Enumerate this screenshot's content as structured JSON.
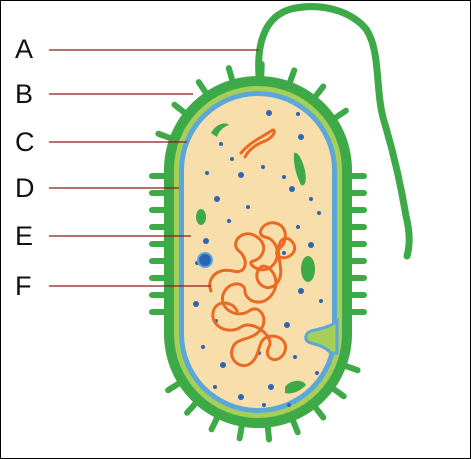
{
  "labels": [
    {
      "id": "A",
      "text": "A"
    },
    {
      "id": "B",
      "text": "B"
    },
    {
      "id": "C",
      "text": "C"
    },
    {
      "id": "D",
      "text": "D"
    },
    {
      "id": "E",
      "text": "E"
    },
    {
      "id": "F",
      "text": "F"
    }
  ],
  "colors": {
    "pili_and_flagellum": "#3daa47",
    "capsule": "#3daa47",
    "cell_wall": "#a6cf5a",
    "membrane": "#5aa7d8",
    "cytoplasm": "#f8deaa",
    "dna": "#ea6a24",
    "ribosomes": "#2d65b3",
    "inclusions": "#3daa47",
    "leader_lines": "#8c1a1a"
  }
}
